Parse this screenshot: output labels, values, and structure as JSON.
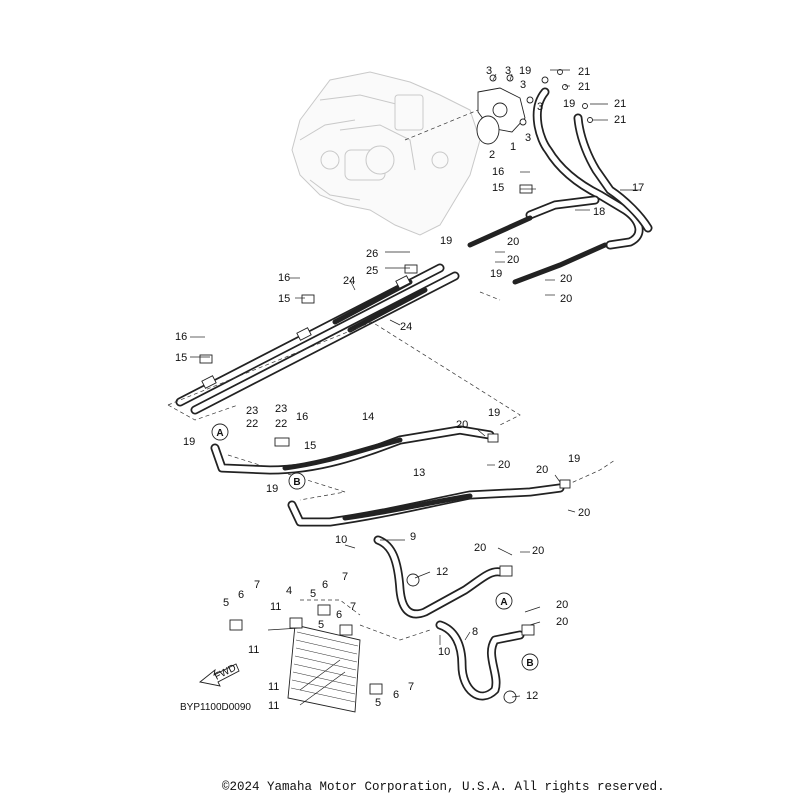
{
  "diagram_code": "BYP1100D0090",
  "copyright": "©2024 Yamaha Motor Corporation, U.S.A. All rights reserved.",
  "fwd_label": "FWD",
  "ref_markers": [
    "A",
    "B"
  ],
  "callouts": [
    "1",
    "2",
    "3",
    "4",
    "5",
    "6",
    "7",
    "8",
    "9",
    "10",
    "11",
    "12",
    "13",
    "14",
    "15",
    "16",
    "17",
    "18",
    "19",
    "20",
    "21",
    "22",
    "23",
    "24",
    "25",
    "26"
  ]
}
